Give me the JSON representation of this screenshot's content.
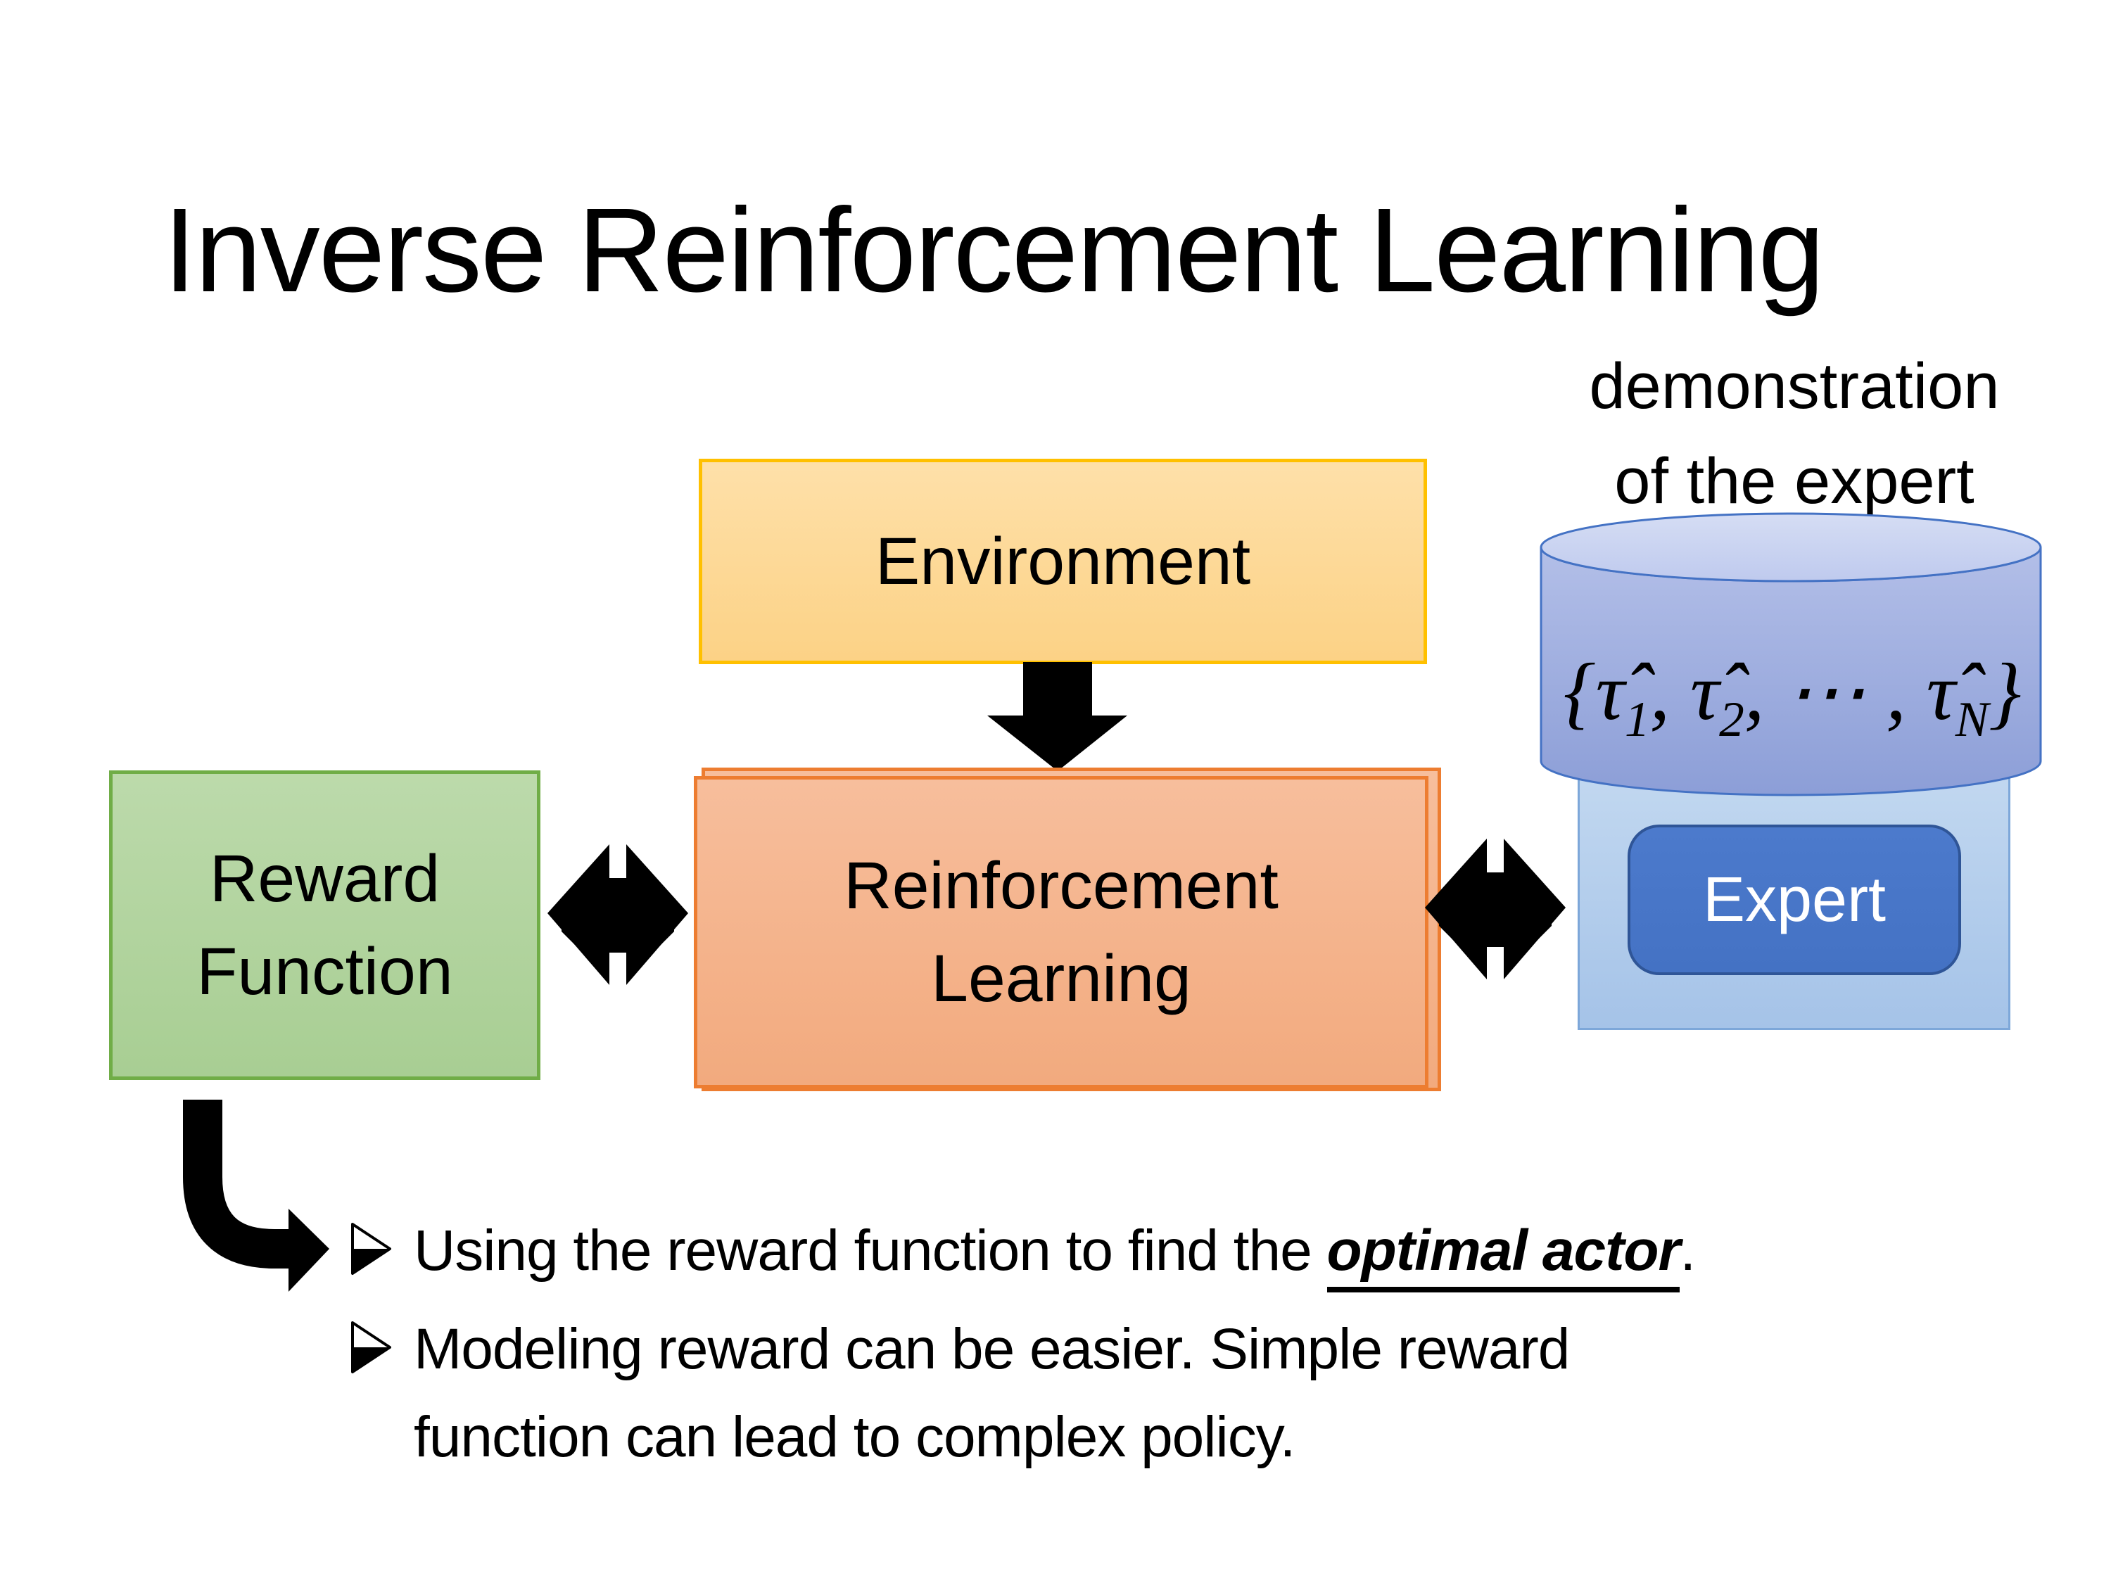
{
  "slide": {
    "title": "Inverse Reinforcement Learning",
    "demo_label": {
      "line1": "demonstration",
      "line2": "of the expert"
    },
    "environment_box": {
      "label": "Environment"
    },
    "reward_box": {
      "line1": "Reward",
      "line2": "Function"
    },
    "rl_box": {
      "line1": "Reinforcement",
      "line2": "Learning"
    },
    "expert_panel": {
      "button_label": "Expert"
    },
    "demonstrations": {
      "open_brace": "{",
      "tau1": "τ̂",
      "sub1": "1",
      "sep1": ", ",
      "tau2": "τ̂",
      "sub2": "2",
      "sep2": ", ⋯ , ",
      "tauN": "τ̂",
      "subN": "N",
      "close_brace": "}"
    },
    "bullets": {
      "b1_prefix": "Using the reward function to find the ",
      "b1_emphasis": "optimal actor",
      "b1_suffix": ".",
      "b2_line1": "Modeling reward can be easier. Simple reward",
      "b2_line2": "function can lead to complex policy."
    },
    "colors": {
      "background": "#FFFFFF",
      "text_black": "#000000",
      "arrow_black": "#000000",
      "environment_fill_top": "#FEE0A9",
      "environment_fill_bottom": "#FCD286",
      "environment_border": "#FFC000",
      "reward_fill_top": "#BCDAAB",
      "reward_fill_bottom": "#A8CE93",
      "reward_border": "#70AD47",
      "rl_fill_top": "#F7BE9C",
      "rl_fill_bottom": "#F2AA7E",
      "rl_border": "#ED7D31",
      "expert_fill": "#4472C4",
      "expert_border": "#2F5597",
      "expert_text": "#FFFFFF",
      "panel_fill_top": "#C2D8F0",
      "panel_fill_bottom": "#A5C3E8",
      "panel_border": "#7DA7D9",
      "cylinder_fill_top": "#B3BFE8",
      "cylinder_fill_bottom": "#8C9ED7",
      "cylinder_top_fill_light": "#D5DDF4",
      "cylinder_top_fill_dark": "#BFCAEE",
      "cylinder_border": "#4472C4"
    }
  }
}
